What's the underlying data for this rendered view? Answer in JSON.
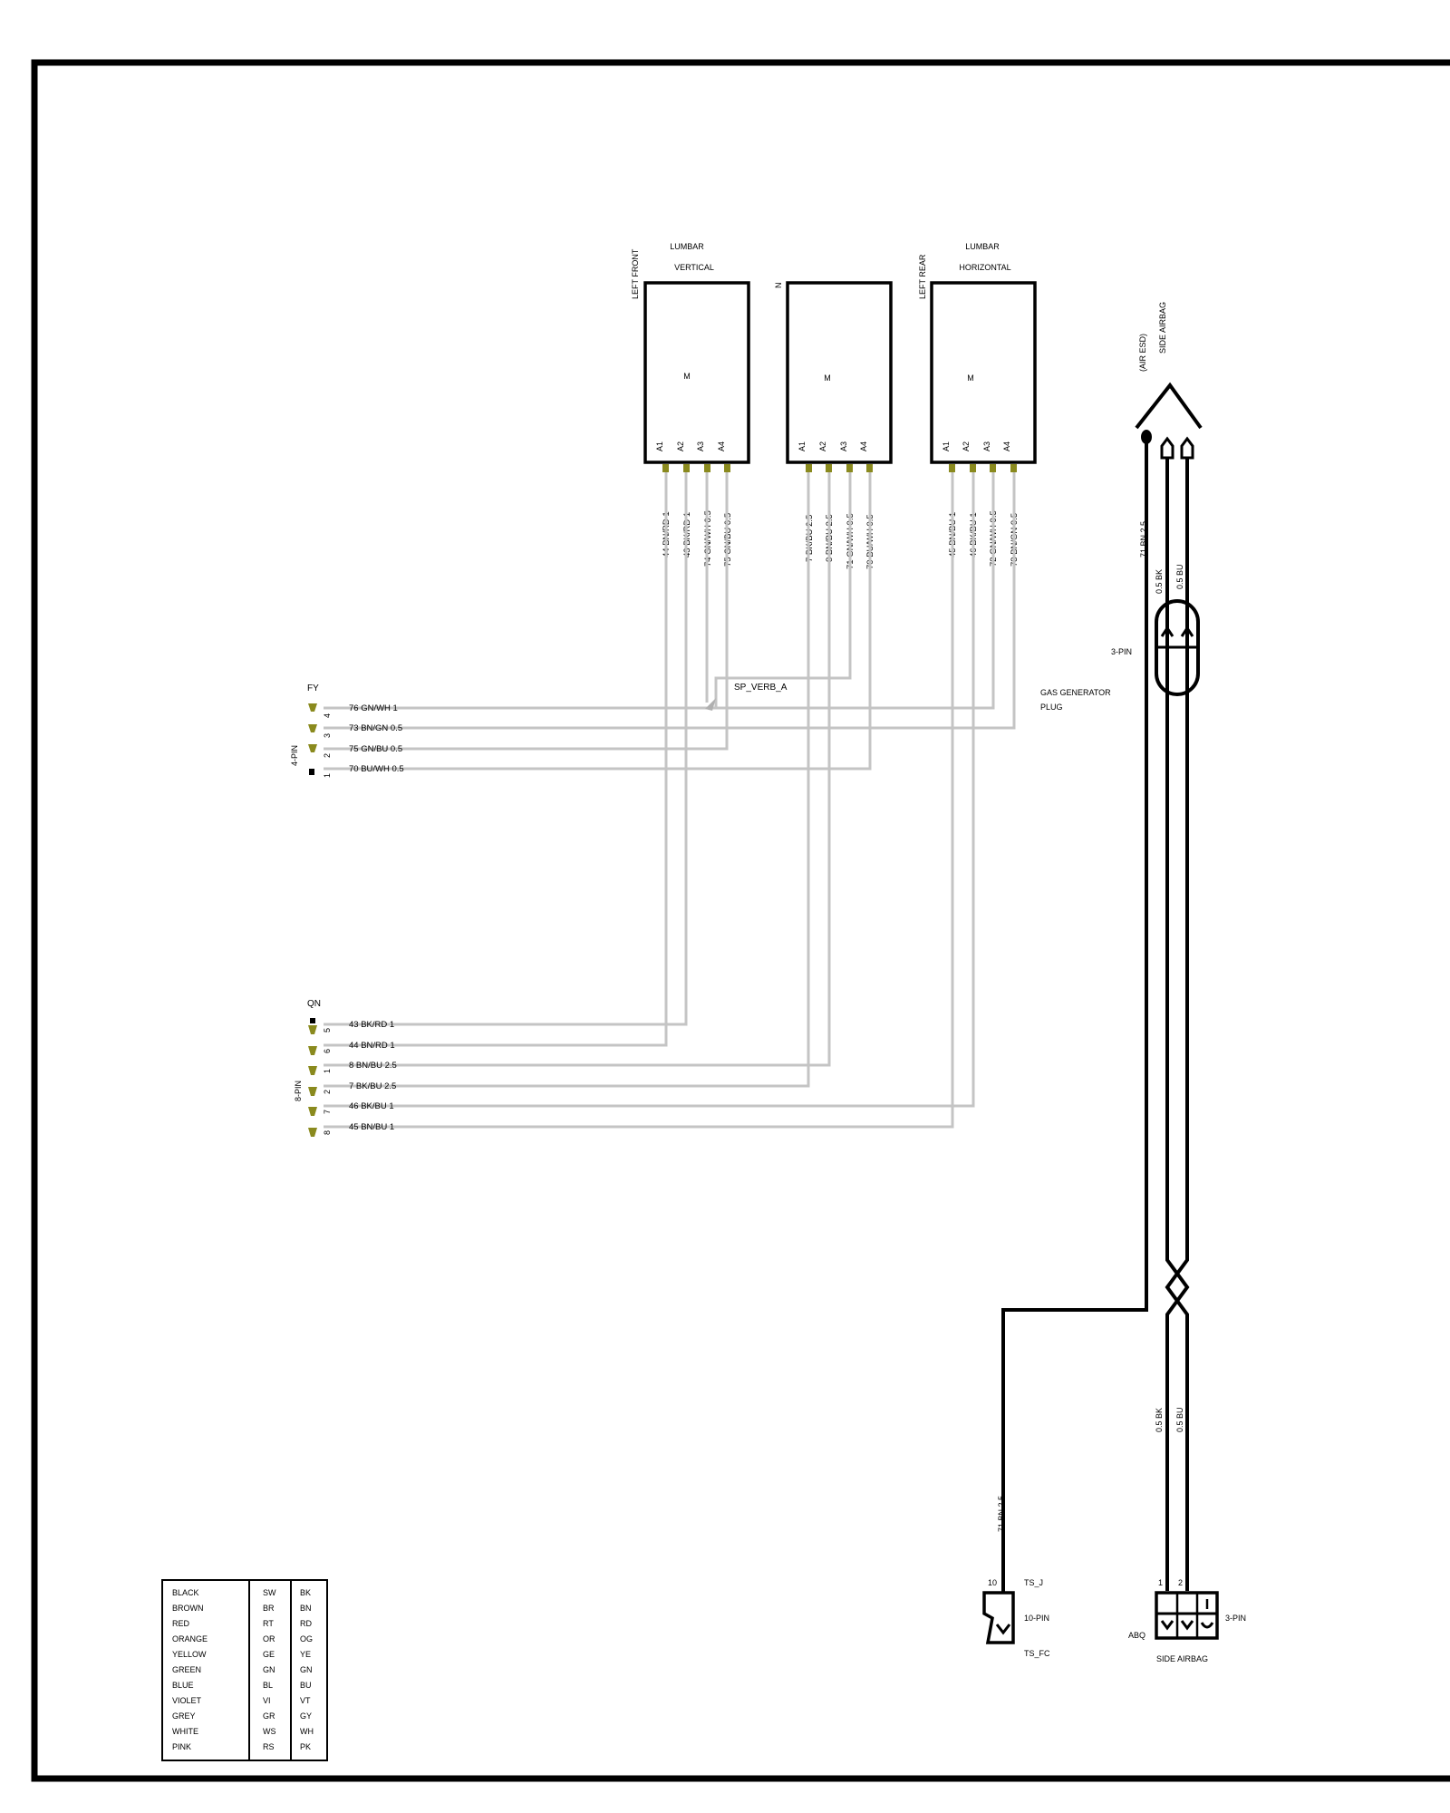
{
  "motors": [
    {
      "side_label": "LEFT FRONT",
      "title_line1": "LUMBAR",
      "title_line2": "VERTICAL",
      "symbol": "M",
      "pins": [
        "A1",
        "A2",
        "A3",
        "A4"
      ],
      "wires": [
        "44 BN/RD 1",
        "43 BK/RD 1",
        "74 GN/WH 0.5",
        "75 GN/BU 0.5"
      ]
    },
    {
      "side_label": "N",
      "title_line1": "",
      "title_line2": "",
      "symbol": "M",
      "pins": [
        "A1",
        "A2",
        "A3",
        "A4"
      ],
      "wires": [
        "7 BK/BU 2.5",
        "8 BN/BU 2.5",
        "71 GN/WH 0.5",
        "70 BU/WH 0.5"
      ]
    },
    {
      "side_label": "LEFT REAR",
      "title_line1": "LUMBAR",
      "title_line2": "HORIZONTAL",
      "symbol": "M",
      "pins": [
        "A1",
        "A2",
        "A3",
        "A4"
      ],
      "wires": [
        "45 BN/BU 1",
        "46 BK/BU 1",
        "72 GN/WH 0.5",
        "73 BN/GN 0.5"
      ]
    }
  ],
  "splice_label": "SP_VERB_A",
  "connector_fy": {
    "name": "FY",
    "type": "4-PIN",
    "rows": [
      {
        "pin": "4",
        "wire": "76 GN/WH 1"
      },
      {
        "pin": "3",
        "wire": "73 BN/GN 0.5"
      },
      {
        "pin": "2",
        "wire": "75 GN/BU 0.5"
      },
      {
        "pin": "1",
        "wire": "70 BU/WH 0.5"
      }
    ]
  },
  "connector_qn": {
    "name": "QN",
    "type": "8-PIN",
    "rows": [
      {
        "pin": "5",
        "wire": "43 BK/RD 1"
      },
      {
        "pin": "6",
        "wire": "44 BN/RD 1"
      },
      {
        "pin": "1",
        "wire": "8 BN/BU 2.5"
      },
      {
        "pin": "2",
        "wire": "7 BK/BU 2.5"
      },
      {
        "pin": "7",
        "wire": "46 BK/BU 1"
      },
      {
        "pin": "8",
        "wire": "45 BN/BU 1"
      }
    ]
  },
  "airbag": {
    "top_label1": "(AIR ESD)",
    "top_label2": "SIDE AIRBAG",
    "wire_top_ts": "71 BN 2.5",
    "wire_bk_top": "0.5 BK",
    "wire_bu_top": "0.5 BU",
    "plug_pin_label": "3-PIN",
    "plug_label_line1": "GAS GENERATOR",
    "plug_label_line2": "PLUG",
    "wire_bk_bottom": "0.5 BK",
    "wire_bu_bottom": "0.5 BU",
    "wire_ts_bottom": "71 BN 2.5",
    "ts_pin": "10",
    "ts_name": "TS_J",
    "ts_type": "10-PIN",
    "ts_name2": "TS_FC",
    "abq_pin1": "1",
    "abq_pin2": "2",
    "abq_name": "ABQ",
    "abq_type": "3-PIN",
    "abq_label": "SIDE AIRBAG"
  },
  "color_legend": [
    {
      "name": "BLACK",
      "de": "SW",
      "en": "BK"
    },
    {
      "name": "BROWN",
      "de": "BR",
      "en": "BN"
    },
    {
      "name": "RED",
      "de": "RT",
      "en": "RD"
    },
    {
      "name": "ORANGE",
      "de": "OR",
      "en": "OG"
    },
    {
      "name": "YELLOW",
      "de": "GE",
      "en": "YE"
    },
    {
      "name": "GREEN",
      "de": "GN",
      "en": "GN"
    },
    {
      "name": "BLUE",
      "de": "BL",
      "en": "BU"
    },
    {
      "name": "VIOLET",
      "de": "VI",
      "en": "VT"
    },
    {
      "name": "GREY",
      "de": "GR",
      "en": "GY"
    },
    {
      "name": "WHITE",
      "de": "WS",
      "en": "WH"
    },
    {
      "name": "PINK",
      "de": "RS",
      "en": "PK"
    }
  ],
  "colors": {
    "signal_wire": "#c4c4c4",
    "power_wire": "#000000",
    "pin_terminal": "#8a8a1e"
  }
}
